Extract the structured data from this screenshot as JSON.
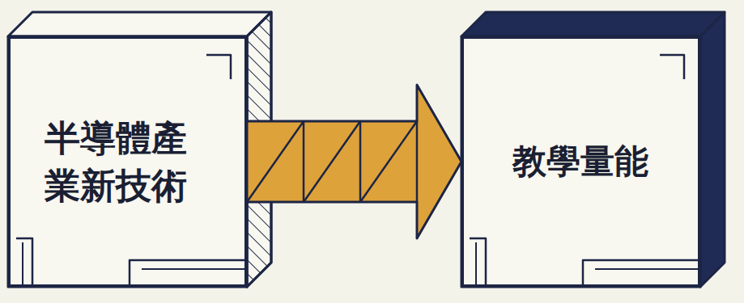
{
  "diagram": {
    "nodes": [
      {
        "text": [
          "半導體產 業新技術"
        ]
      },
      {
        "text": [
          "教學量能"
        ]
      }
    ],
    "edges": [
      {
        "from": 0,
        "to": 1,
        "arrow": "to"
      }
    ]
  }
}
